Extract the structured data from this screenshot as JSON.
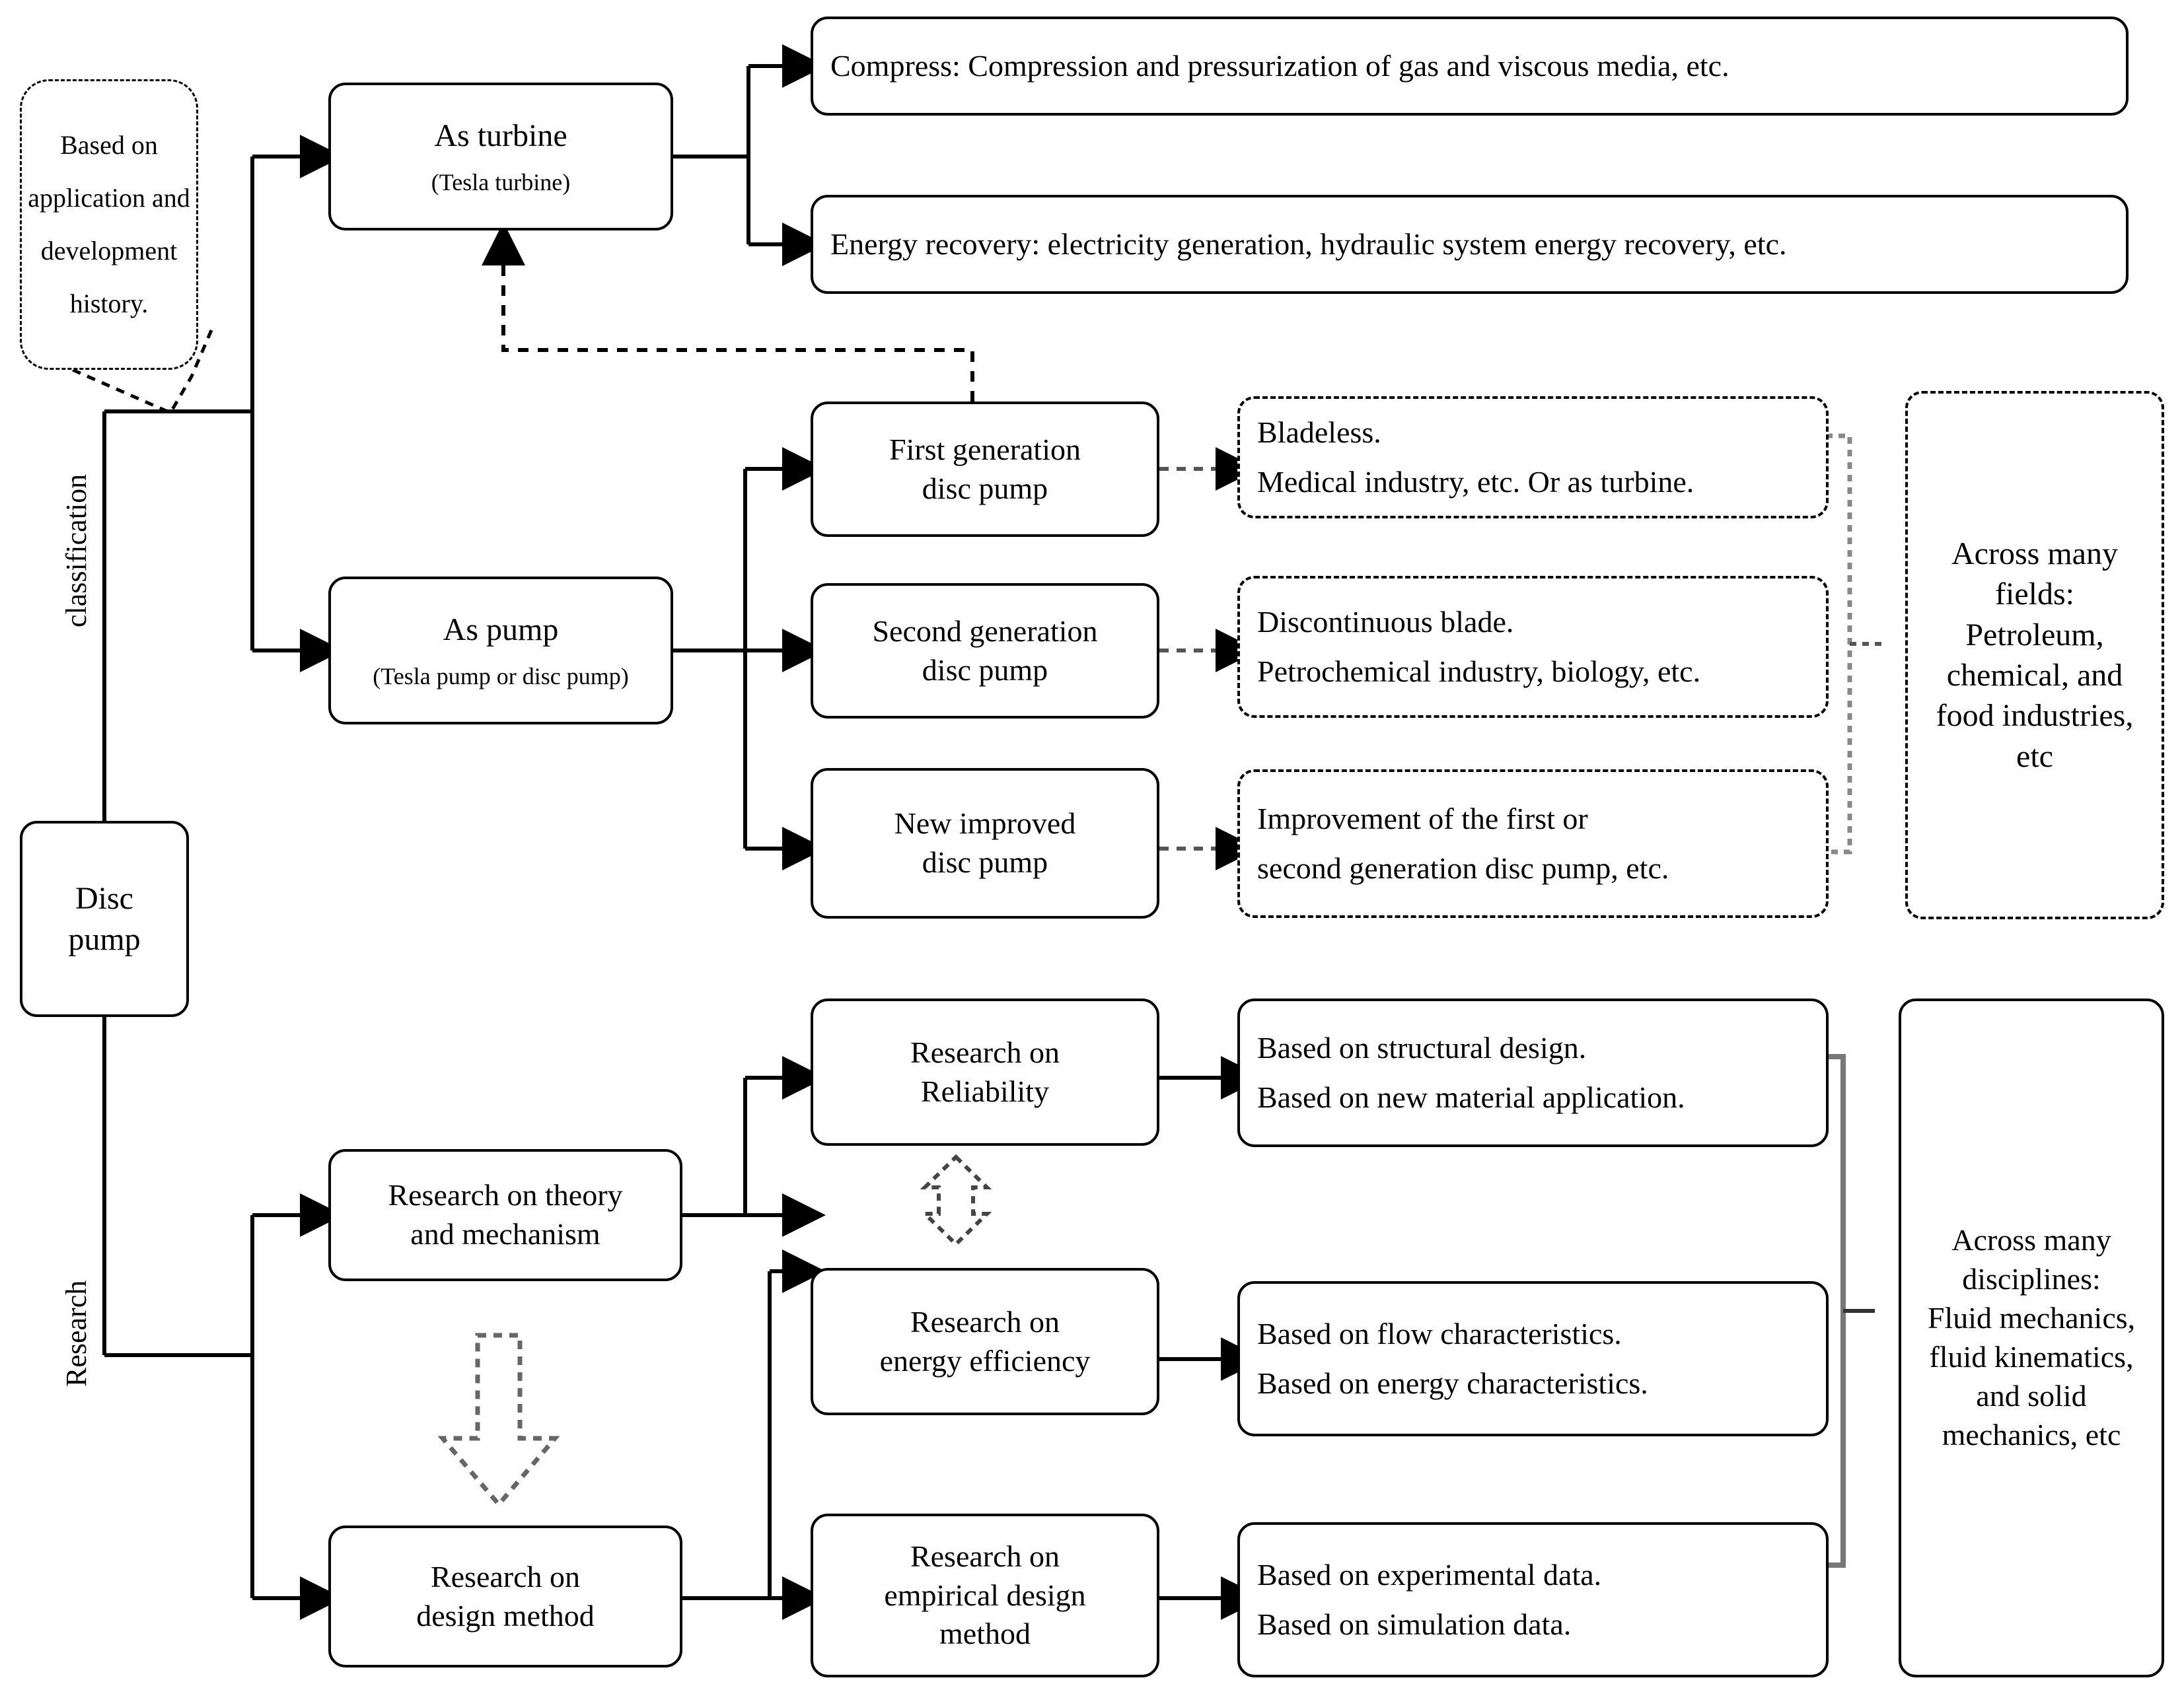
{
  "diagram": {
    "title": "Disc pump classification and research flowchart",
    "root": {
      "label_line1": "Disc",
      "label_line2": "pump"
    },
    "axis_labels": {
      "classification": "classification",
      "research": "Research"
    },
    "callout": {
      "line1": "Based on",
      "line2": "application and",
      "line3": "development",
      "line4": "history."
    },
    "classification_branch": {
      "turbine": {
        "title": "As turbine",
        "subtitle": "(Tesla turbine)"
      },
      "turbine_outputs": [
        "Compress:  Compression  and pressurization  of gas and viscous  media,  etc.",
        "Energy  recovery:  electricity  generation,  hydraulic  system energy  recovery,  etc."
      ],
      "pump": {
        "title": "As pump",
        "subtitle": "(Tesla pump or disc pump)"
      },
      "generations": [
        {
          "line1": "First generation",
          "line2": "disc pump",
          "desc_line1": "Bladeless.",
          "desc_line2": "Medical industry, etc. Or as turbine."
        },
        {
          "line1": "Second generation",
          "line2": "disc pump",
          "desc_line1": "Discontinuous  blade.",
          "desc_line2": "Petrochemical  industry,  biology,  etc."
        },
        {
          "line1": "New improved",
          "line2": "disc pump",
          "desc_line1": "Improvement   of   the   first   or",
          "desc_line2": "second generation disc pump, etc."
        }
      ],
      "summary": {
        "line1": "Across many",
        "line2": "fields:",
        "line3": "Petroleum,",
        "line4": "chemical,  and",
        "line5": "food industries,",
        "line6": "etc"
      }
    },
    "research_branch": {
      "theory": {
        "line1": "Research  on theory",
        "line2": "and mechanism"
      },
      "design": {
        "line1": "Research  on",
        "line2": "design  method"
      },
      "topics": [
        {
          "line1": "Research  on",
          "line2": "Reliability",
          "line3": "",
          "desc_line1": "Based on structural  design.",
          "desc_line2": "Based on new material  application."
        },
        {
          "line1": "Research  on",
          "line2": "energy efficiency",
          "line3": "",
          "desc_line1": "Based on flow  characteristics.",
          "desc_line2": "Based on energy  characteristics."
        },
        {
          "line1": "Research  on",
          "line2": "empirical  design",
          "line3": "method",
          "desc_line1": "Based on experimental  data.",
          "desc_line2": "Based on simulation  data."
        }
      ],
      "summary": {
        "line1": "Across many",
        "line2": "disciplines:",
        "line3": "Fluid mechanics,",
        "line4": "fluid kinematics,",
        "line5": "and solid",
        "line6": "mechanics,  etc"
      }
    },
    "colors": {
      "stroke": "#000000",
      "dashed_gray": "#555555",
      "background": "#ffffff"
    }
  }
}
